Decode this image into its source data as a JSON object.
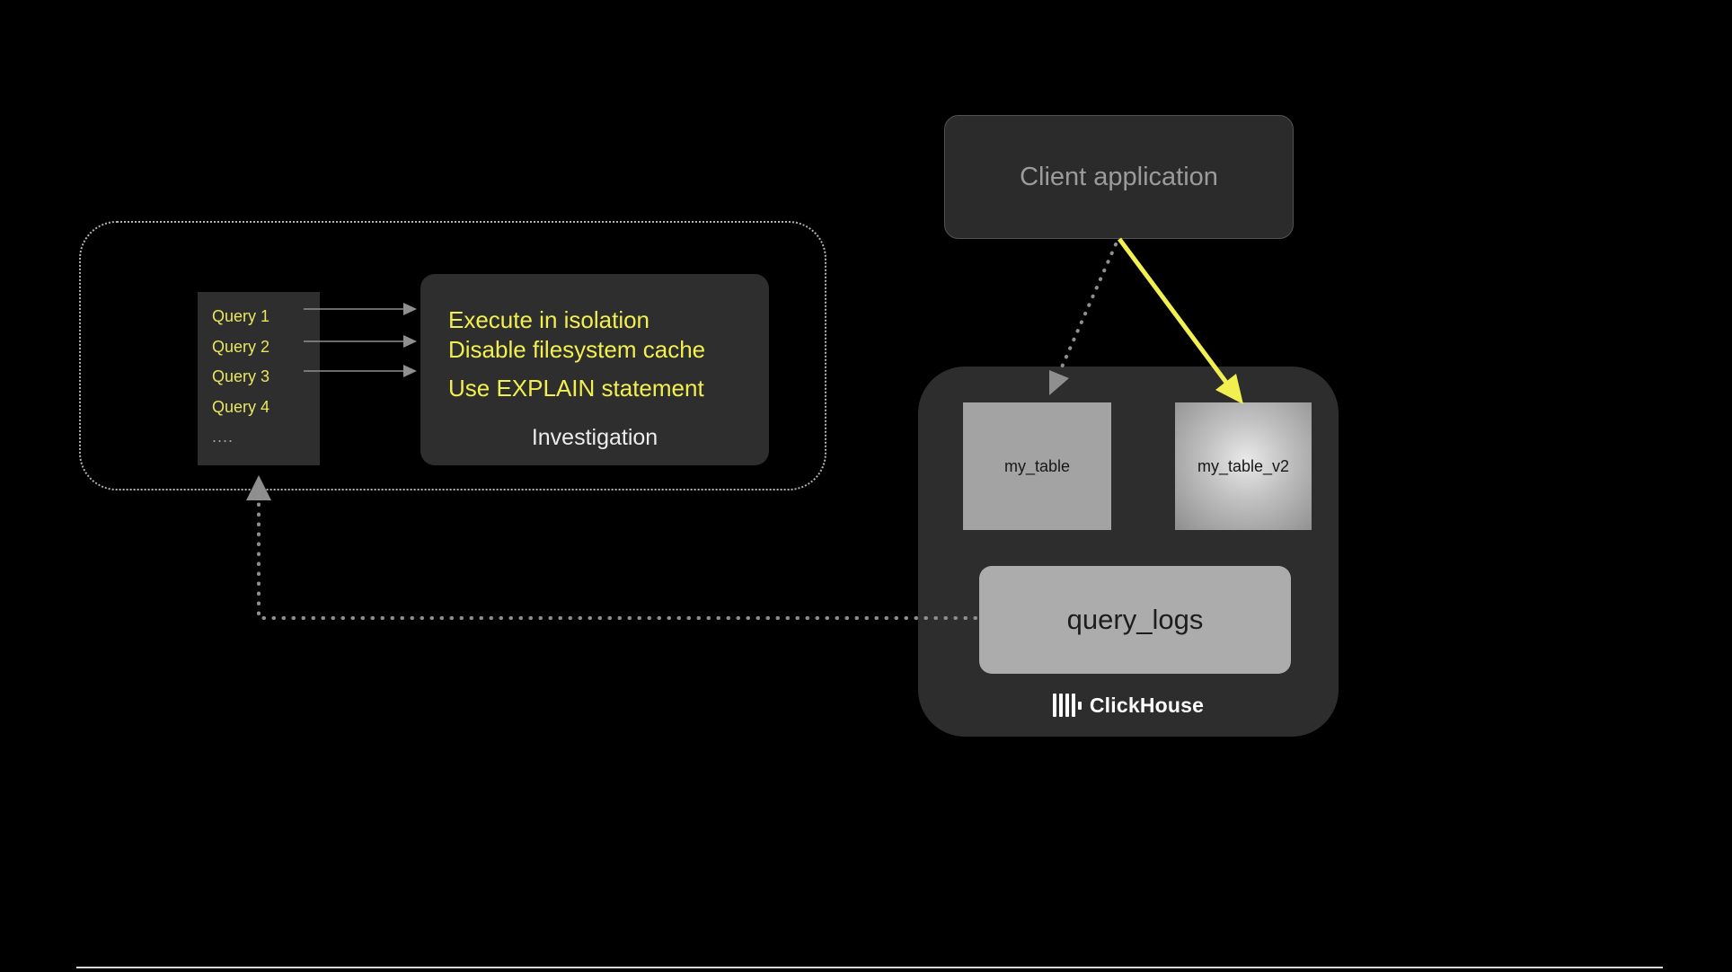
{
  "colors": {
    "accent_yellow": "#f2ef50",
    "arrow_gray": "#8f8f8f"
  },
  "client_app": {
    "label": "Client application"
  },
  "analysis": {
    "queries": {
      "items": [
        "Query 1",
        "Query 2",
        "Query 3",
        "Query 4",
        "...."
      ]
    },
    "investigation": {
      "tips": [
        "Execute in isolation",
        "Disable filesystem cache",
        "Use EXPLAIN statement"
      ],
      "title": "Investigation"
    }
  },
  "clickhouse": {
    "tables": {
      "left": "my_table",
      "right": "my_table_v2"
    },
    "query_logs": "query_logs",
    "brand": "ClickHouse"
  }
}
